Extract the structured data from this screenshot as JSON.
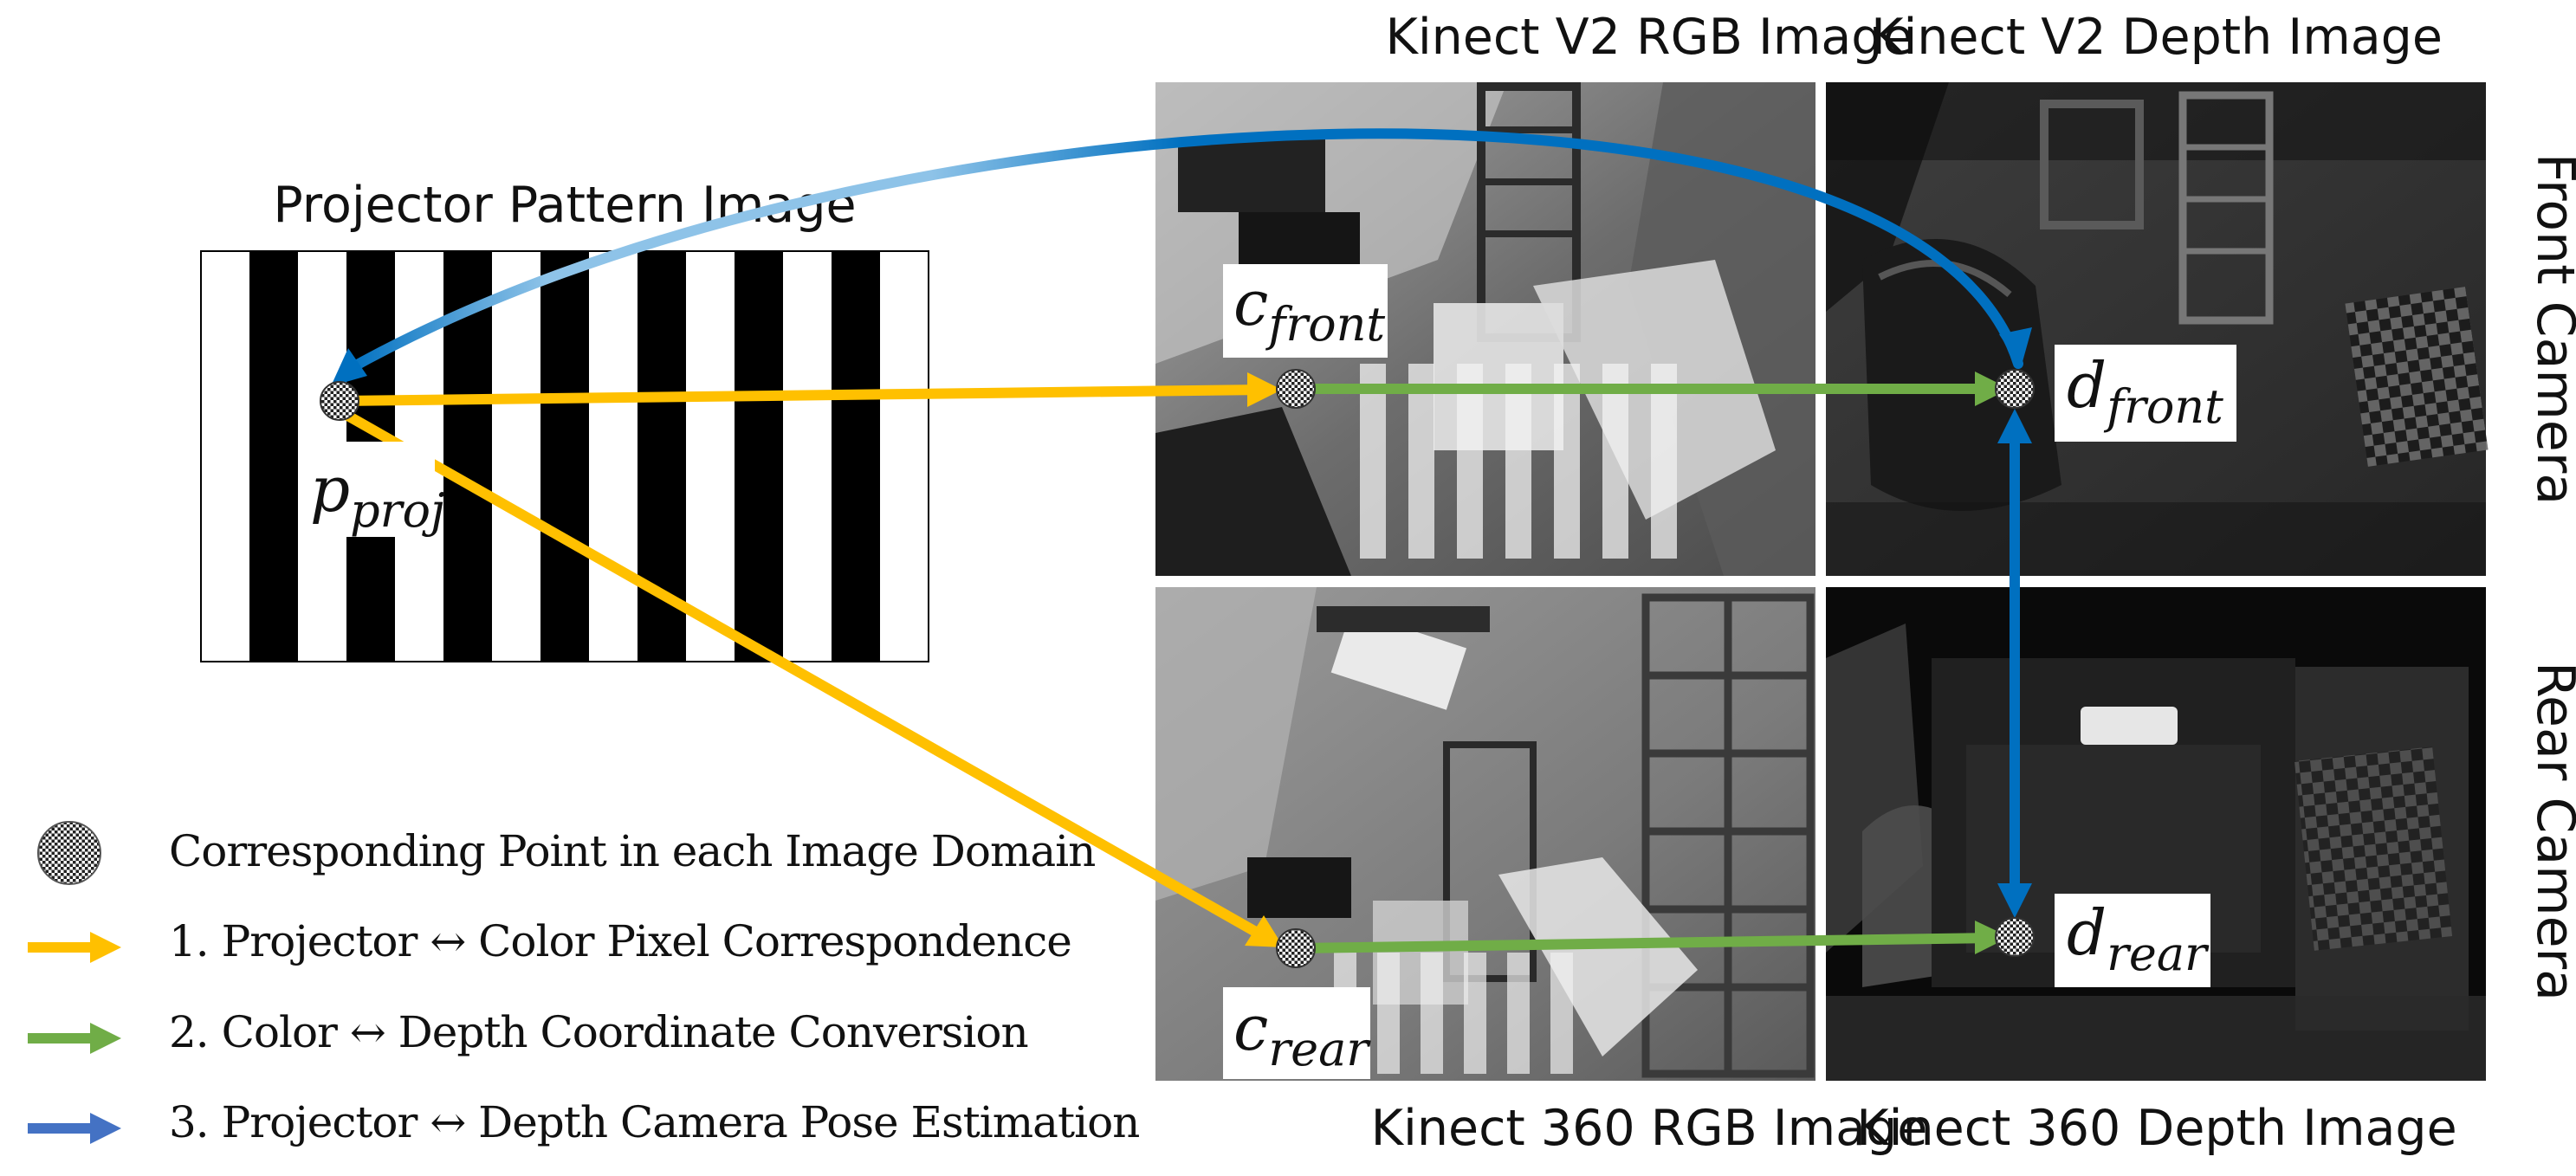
{
  "titles": {
    "pattern": "Projector Pattern Image",
    "v2_rgb": "Kinect V2 RGB Image",
    "v2_depth": "Kinect V2 Depth Image",
    "k360_rgb": "Kinect 360 RGB Image",
    "k360_depth": "Kinect 360 Depth Image"
  },
  "side_labels": {
    "front": "Front Camera",
    "rear": "Rear Camera"
  },
  "points": {
    "p_proj": {
      "main": "p",
      "sub": "proj"
    },
    "c_front": {
      "main": "c",
      "sub": "front"
    },
    "d_front": {
      "main": "d",
      "sub": "front"
    },
    "c_rear": {
      "main": "c",
      "sub": "rear"
    },
    "d_rear": {
      "main": "d",
      "sub": "rear"
    }
  },
  "legend": {
    "point": "Corresponding Point in each Image Domain",
    "arrow1": "1. Projector ↔ Color Pixel Correspondence",
    "arrow2": "2. Color ↔ Depth Coordinate Conversion",
    "arrow3": "3. Projector ↔ Depth Camera Pose Estimation"
  },
  "colors": {
    "yellow": "#FFC000",
    "green": "#70AD47",
    "blue": "#0070C0",
    "blue_light": "#8EC3E8",
    "legend_blue": "#4472C4"
  }
}
